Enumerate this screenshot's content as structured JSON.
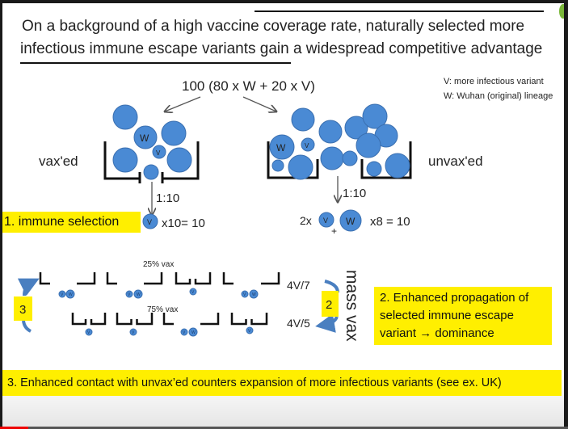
{
  "title": {
    "line1": "On a background of a high vaccine coverage rate, naturally selected more",
    "line2": "infectious immune escape variants gain a widespread competitive advantage"
  },
  "formula": "100 (80 x W + 20 x V)",
  "legend": {
    "v": "V: more infectious variant",
    "w": "W: Wuhan (original) lineage"
  },
  "left": {
    "label": "vax'ed",
    "ratio": "1:10",
    "result": "x10= 10",
    "step": "1. immune selection"
  },
  "right": {
    "label": "unvax'ed",
    "ratio": "1:10",
    "prefix": "2x",
    "plus": "+",
    "result": "x8 = 10"
  },
  "particle_labels": {
    "w": "W",
    "v": "V",
    "w_small": "W",
    "v_small": "V"
  },
  "bottom": {
    "row1_label": "25% vax",
    "row2_label": "75% vax",
    "row1_ratio": "4V/7",
    "row2_ratio": "4V/5",
    "badge2": "2",
    "badge3": "3",
    "mass_vax": "mass vax",
    "step2": [
      "2. Enhanced propagation of",
      "selected immune escape",
      "variant → dominance"
    ],
    "step3": "3. Enhanced contact with unvax’ed counters expansion of more infectious variants (see ex. UK)"
  },
  "video": {
    "progress": 0.05
  },
  "colors": {
    "particle": "#4a8ad4",
    "highlight": "#ffef00",
    "progress": "#e00000"
  }
}
